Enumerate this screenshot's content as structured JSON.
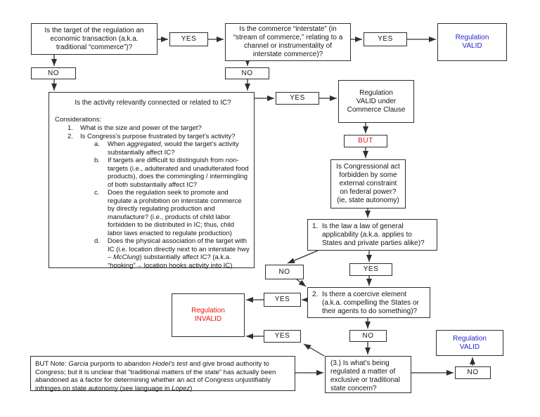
{
  "colors": {
    "valid": "#2525cc",
    "invalid": "#ee1111",
    "line": "#2f2f2f"
  },
  "labels": {
    "yes": "YES",
    "no": "NO",
    "but": "BUT"
  },
  "nodes": {
    "q_economic": "Is the target of the regulation an\neconomic transaction (a.k.a.\ntraditional “commerce”)?",
    "q_interstate": "Is the commerce “interstate” (in\n“stream of commerce,” relating to a\nchannel or instrumentality of\ninterstate commerce)?",
    "reg_valid_top": "Regulation\nVALID",
    "reg_valid_cc": "Regulation\nVALID under\nCommerce Clause",
    "q_cong_act": "Is Congressional act\nforbidden by some\nexternal constraint\non federal power?\n(ie, state autonomy)",
    "q1_num": "1.",
    "q1_text": "Is the law a law of general\napplicability (a.k.a. applies to\nStates and private parties alike)?",
    "q2_num": "2.",
    "q2_text": "Is there a coercive element\n(a.k.a. compelling the States or\ntheir agents to do something)?",
    "reg_invalid": "Regulation\nINVALID",
    "q3_text": "(3.) Is what’s being\nregulated a matter of\nexclusive or traditional\nstate concern?",
    "reg_valid_bottom": "Regulation\nVALID",
    "but_note_html": "BUT Note: <i>Garcia</i> purports to abandon <i>Hodel’s test</i> and give broad authority to Congress; but it is unclear that “traditional matters of the state” has actually been abandoned as a factor for determining whether an act of Congress unjustifiably infringes on state autonomy (see language in <i>Lopez</i>)"
  },
  "activity_box": {
    "header": "Is the activity relevantly connected or related to IC?",
    "considerations_label": "Considerations:",
    "items": [
      {
        "num": "1.",
        "text": "What is the size and power of the target?"
      },
      {
        "num": "2.",
        "text": "Is Congress’s purpose frustrated by target’s activity?"
      }
    ],
    "subitems": [
      {
        "letter": "a.",
        "html": "When <i>aggregated</i>, would the target’s activity substantially affect IC?"
      },
      {
        "letter": "b.",
        "html": "If targets are difficult to distinguish from non-targets (i.e., adulterated and unadulterated food products), does the commingling / intermingling of both substantially affect IC?"
      },
      {
        "letter": "c.",
        "html": "Does the regulation seek to promote and regulate a prohibition on interstate commerce by directly regulating production and manufacture? (i.e., products of child labor forbidden to be distributed in IC; thus, child labor laws enacted to regulate production)"
      },
      {
        "letter": "d.",
        "html": "Does the physical association of the target with IC (i.e. location directly next to an interstate hwy – <i>McClung</i>) substantially affect IC? (a.k.a. “hooking”→ location hooks activity into IC)"
      }
    ]
  }
}
